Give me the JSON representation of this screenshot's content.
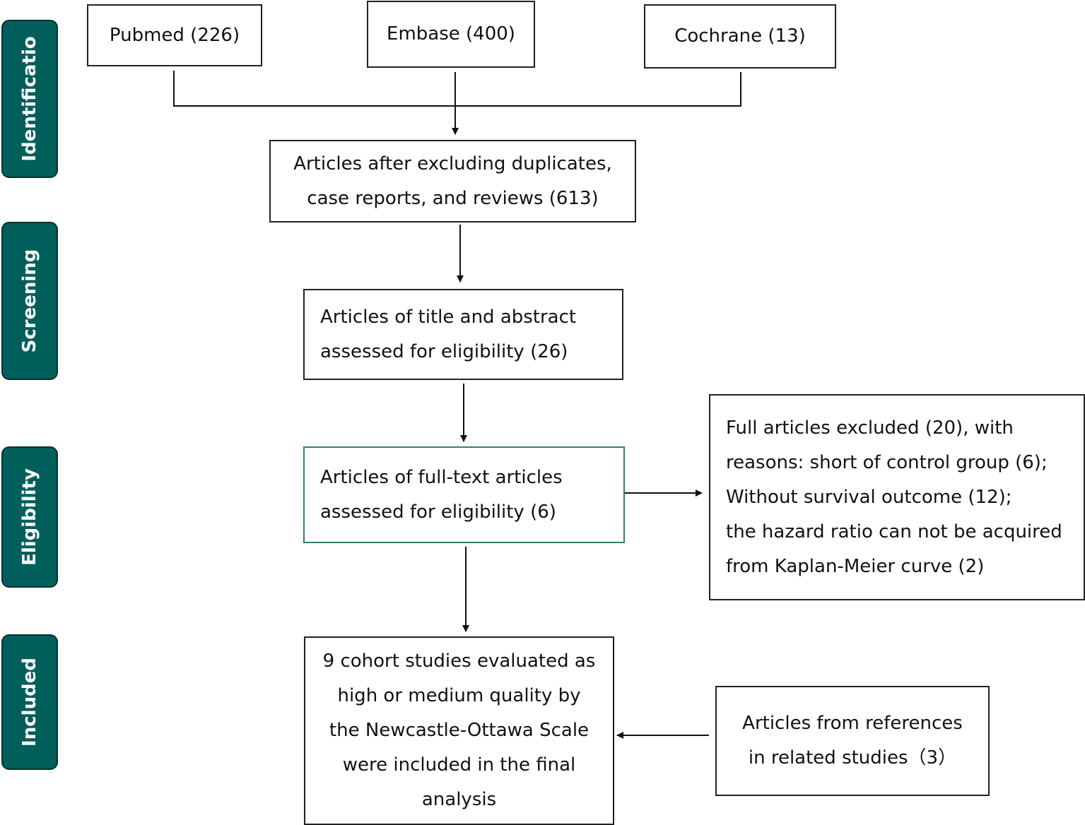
{
  "stages": {
    "identification": "Identificatio",
    "screening": "Screening",
    "eligibility": "Eligibility",
    "included": "Included"
  },
  "sources": {
    "pubmed": "Pubmed (226)",
    "embase": "Embase (400)",
    "cochrane": "Cochrane (13)"
  },
  "after_duplicates": {
    "line1": "Articles after excluding duplicates,",
    "line2": "case reports, and reviews (613)"
  },
  "title_abstract": {
    "line1": "Articles of title and abstract",
    "line2": "assessed for eligibility (26)"
  },
  "full_text": {
    "line1": "Articles of full-text articles",
    "line2": "assessed for eligibility (6)"
  },
  "excluded": {
    "line1": "Full articles excluded (20), with",
    "line2": "reasons: short of control group (6);",
    "line3": "Without survival outcome (12);",
    "line4": "the hazard ratio can not be acquired",
    "line5": "from Kaplan-Meier curve (2)"
  },
  "included_studies": {
    "line1": "9 cohort studies evaluated as",
    "line2": "high or medium quality by",
    "line3": "the Newcastle-Ottawa Scale",
    "line4": "were included in the final",
    "line5": "analysis"
  },
  "references": {
    "line1": "Articles from references",
    "line2": "in related studies（3）"
  },
  "colors": {
    "stage_fill": "#005f5b",
    "stage_border": "#0b2f2d",
    "box_border": "#222222",
    "highlight_border": "#2f7f7b"
  }
}
